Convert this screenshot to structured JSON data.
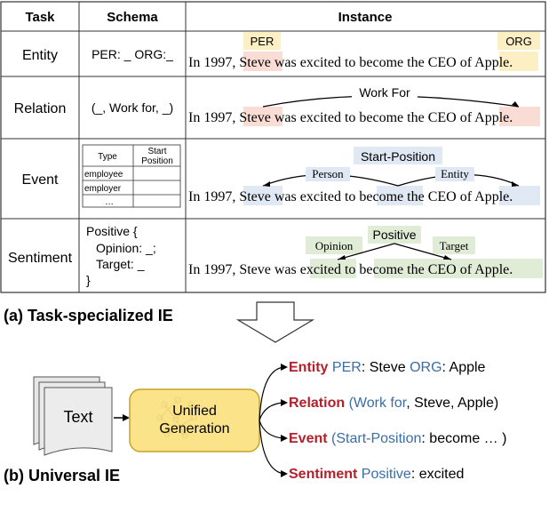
{
  "table": {
    "headers": {
      "task": "Task",
      "schema": "Schema",
      "instance": "Instance"
    },
    "sentence_prefix": "In 1997,",
    "sentence_middle": "was excited to become the CEO of",
    "steve": "Steve",
    "apple": "Apple.",
    "rows": {
      "entity": {
        "task": "Entity",
        "schema": "PER: _ ORG:_",
        "label_per": "PER",
        "label_org": "ORG"
      },
      "relation": {
        "task": "Relation",
        "schema": "(_, Work for, _)",
        "label_relation": "Work For"
      },
      "event": {
        "task": "Event",
        "schema_table": {
          "col1": "Type",
          "col2_line1": "Start",
          "col2_line2": "Position",
          "rows": [
            "employee",
            "employer",
            "…"
          ]
        },
        "label_event": "Start-Position",
        "label_person": "Person",
        "label_entity": "Entity",
        "trigger": "become"
      },
      "sentiment": {
        "task": "Sentiment",
        "schema_lines": [
          "Positive {",
          "Opinion: _;",
          "Target: _",
          "}"
        ],
        "label_positive": "Positive",
        "label_opinion": "Opinion",
        "label_target": "Target",
        "word_excited": "excited",
        "span_target": "become the CEO of Apple."
      }
    }
  },
  "caption_a": "(a) Task-specialized IE",
  "caption_b": "(b) Universal IE",
  "input_doc": "Text",
  "model_box": {
    "line1": "Unified",
    "line2": "Generation"
  },
  "outputs": {
    "entity": {
      "task": "Entity",
      "k1": "PER",
      "v1": ": Steve ",
      "k2": "ORG",
      "v2": ": Apple"
    },
    "relation": {
      "task": "Relation",
      "open": "(",
      "rel": "Work for",
      "rest": ", Steve, Apple)"
    },
    "event": {
      "task": "Event",
      "open": "(",
      "type": "Start-Position",
      "rest": ": become … )"
    },
    "sentiment": {
      "task": "Sentiment",
      "pol": "Positive",
      "rest": ": excited"
    }
  },
  "colors": {
    "per_highlight": "#fdefc4",
    "org_highlight": "#fdefc4",
    "steve_highlight": "#f9dcd3",
    "event_highlight": "#dfe8f3",
    "sentiment_highlight": "#e0ecd6",
    "task_red": "#b3202a",
    "key_blue": "#3a6ea5",
    "model_fill": "#fbe38a",
    "model_stroke": "#c9a227"
  }
}
